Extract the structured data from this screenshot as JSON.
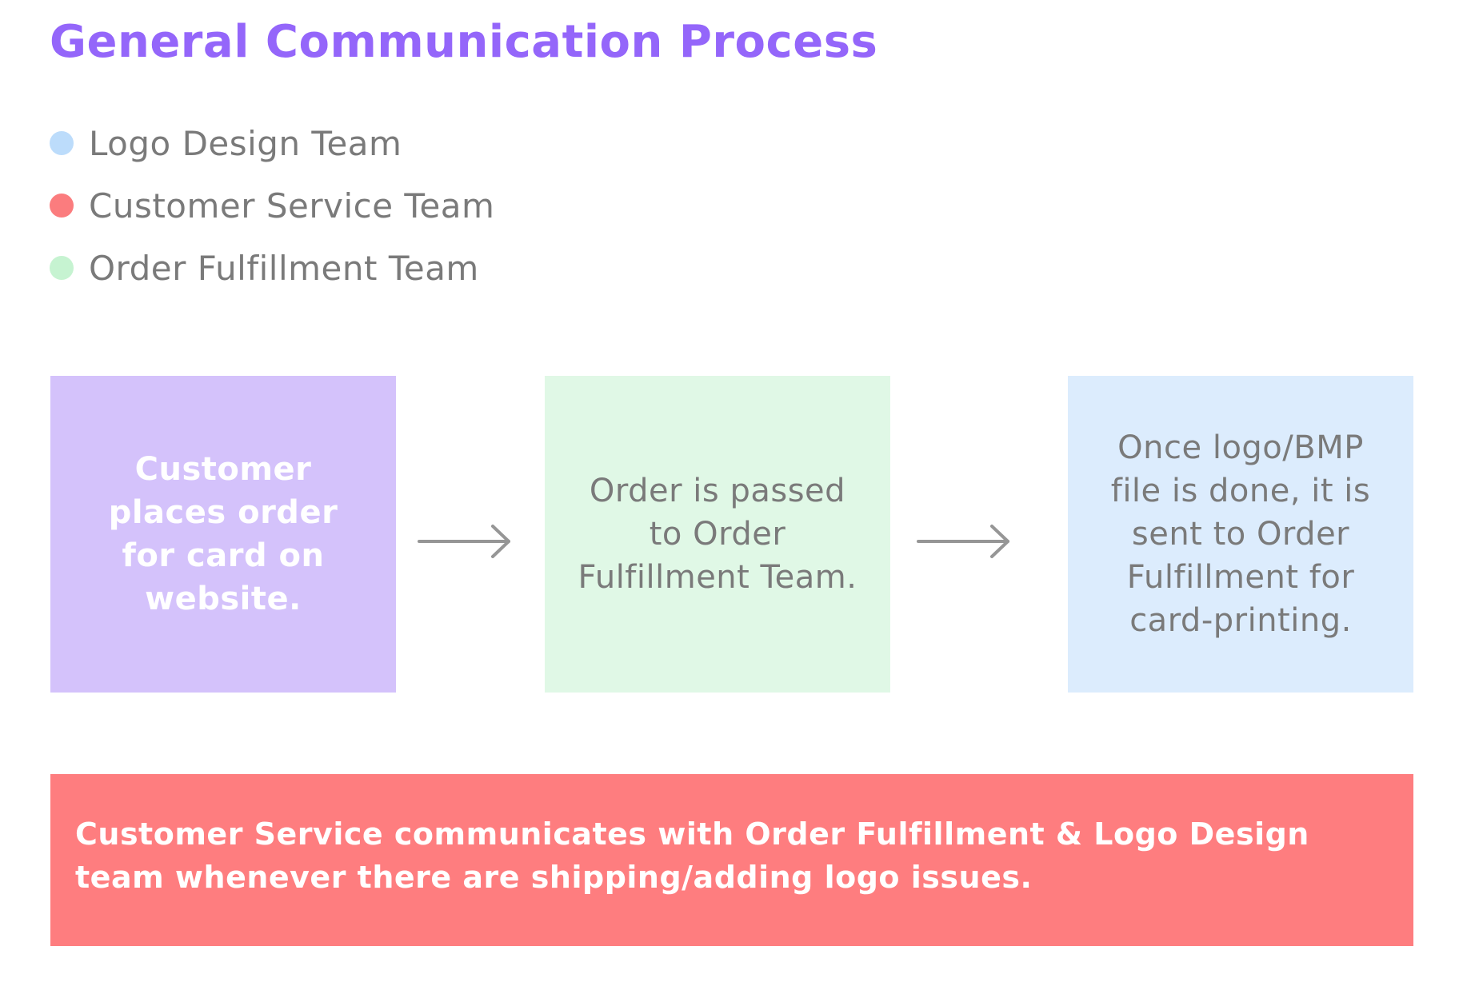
{
  "title": "General Communication Process",
  "colors": {
    "title": "#9466fa",
    "logo_design": "#bcdcfb",
    "customer_service": "#fb7c7e",
    "order_fulfillment": "#c6f3d1",
    "step1_bg": "#d4c2fb",
    "step2_bg": "#e0f8e6",
    "step3_bg": "#dcecfd",
    "note_bg": "#fe7d7f",
    "arrow": "#969696",
    "light_text": "#ffffff",
    "dark_text": "#7a7a7a"
  },
  "legend": [
    {
      "label": "Logo Design Team",
      "color": "#bcdcfb"
    },
    {
      "label": "Customer Service Team",
      "color": "#fb7c7e"
    },
    {
      "label": "Order Fulfillment Team",
      "color": "#c6f3d1"
    }
  ],
  "steps": [
    {
      "text": "Customer places order for card on website."
    },
    {
      "text": "Order is passed to Order Fulfillment Team."
    },
    {
      "text": "Once logo/BMP file is done, it is sent to Order Fulfillment for card-printing."
    }
  ],
  "note": "Customer Service communicates with Order Fulfillment & Logo Design team whenever there are shipping/adding logo issues."
}
